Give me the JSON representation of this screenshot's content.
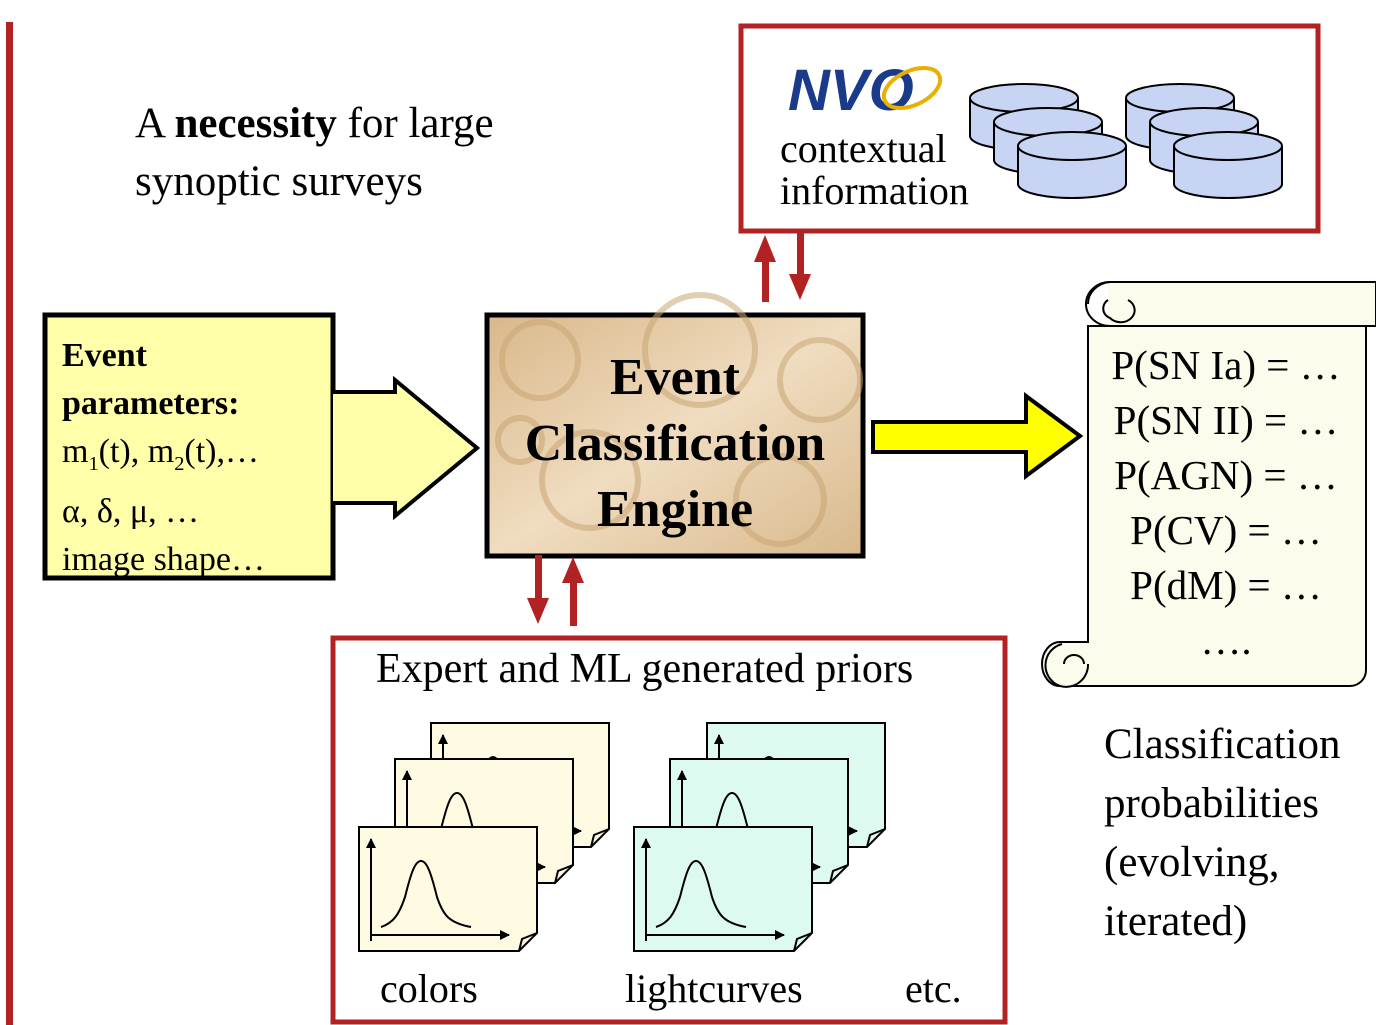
{
  "intro": {
    "prefix": "A",
    "bold": "necessity",
    "line1_rest": "for large",
    "line2": "synoptic surveys"
  },
  "context": {
    "line1": "contextual",
    "line2": "information",
    "logo_text": "NVO"
  },
  "event_params": {
    "title1": "Event",
    "title2": "parameters:",
    "m1": "m",
    "m1_sub": "1",
    "m1_rest": "(t), m",
    "m2_sub": "2",
    "m2_rest": "(t),…",
    "line4": "α, δ, μ, …",
    "line5": "image shape…"
  },
  "engine": {
    "line1": "Event",
    "line2": "Classification",
    "line3": "Engine"
  },
  "probabilities": [
    "P(SN Ia) = …",
    "P(SN II) = …",
    "P(AGN) = …",
    "P(CV) = …",
    "P(dM) = …",
    "…."
  ],
  "probabilities_caption": [
    "Classification",
    "probabilities",
    "(evolving,",
    "iterated)"
  ],
  "priors": {
    "title": "Expert and ML generated priors",
    "label_colors": "colors",
    "label_lightcurves": "lightcurves",
    "label_etc": "etc."
  },
  "colors": {
    "frame_red": "#b22222",
    "arrow_red": "#b22222",
    "event_fill": "#ffffaa",
    "arrow_yellow": "#ffff00",
    "engine_fill": "#e6c9a0",
    "db_fill": "#c8d4f4",
    "scroll_fill": "#fcfcec",
    "colors_card": "#fffbe3",
    "lightcurve_card": "#dcfaf0",
    "nvo_blue": "#1a3a8a"
  }
}
